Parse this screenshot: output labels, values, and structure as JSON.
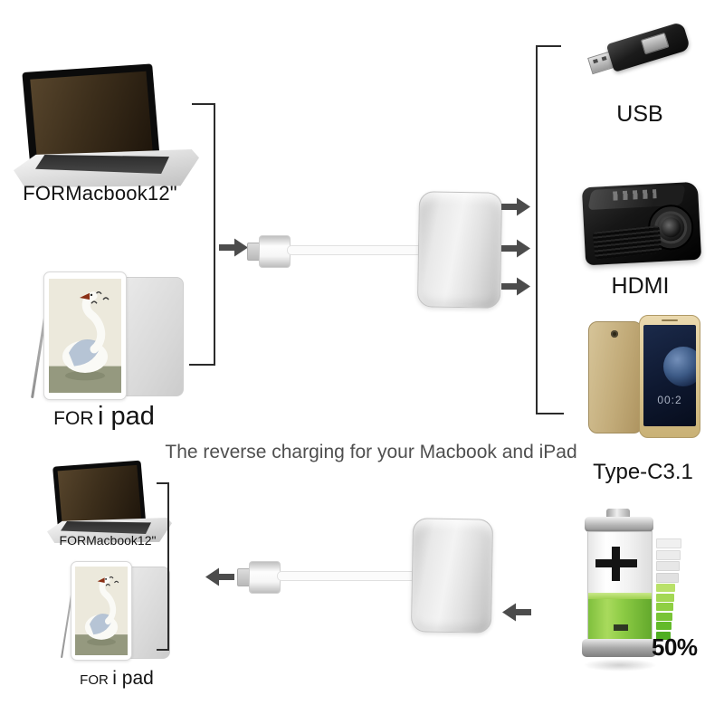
{
  "caption": "The reverse charging for your Macbook and iPad",
  "sources_top": {
    "macbook_label": "FORMacbook12\"",
    "ipad_label_prefix": "FOR",
    "ipad_label_main": "i pad"
  },
  "devices": {
    "usb": {
      "label": "USB"
    },
    "hdmi": {
      "label": "HDMI"
    },
    "typec": {
      "label": "Type-C3.1",
      "screen_time": "00:2"
    }
  },
  "sources_bottom": {
    "macbook_label": "FORMacbook12\"",
    "ipad_label_prefix": "FOR",
    "ipad_label_main": "i pad"
  },
  "battery": {
    "percent": "50%"
  },
  "colors": {
    "arrow": "#4c4c4c",
    "bracket_line": "#2b2b2b",
    "battery_green": "#7fc03d",
    "hub_silver": "#e0e0e0",
    "phone_gold": "#c2ab79"
  }
}
